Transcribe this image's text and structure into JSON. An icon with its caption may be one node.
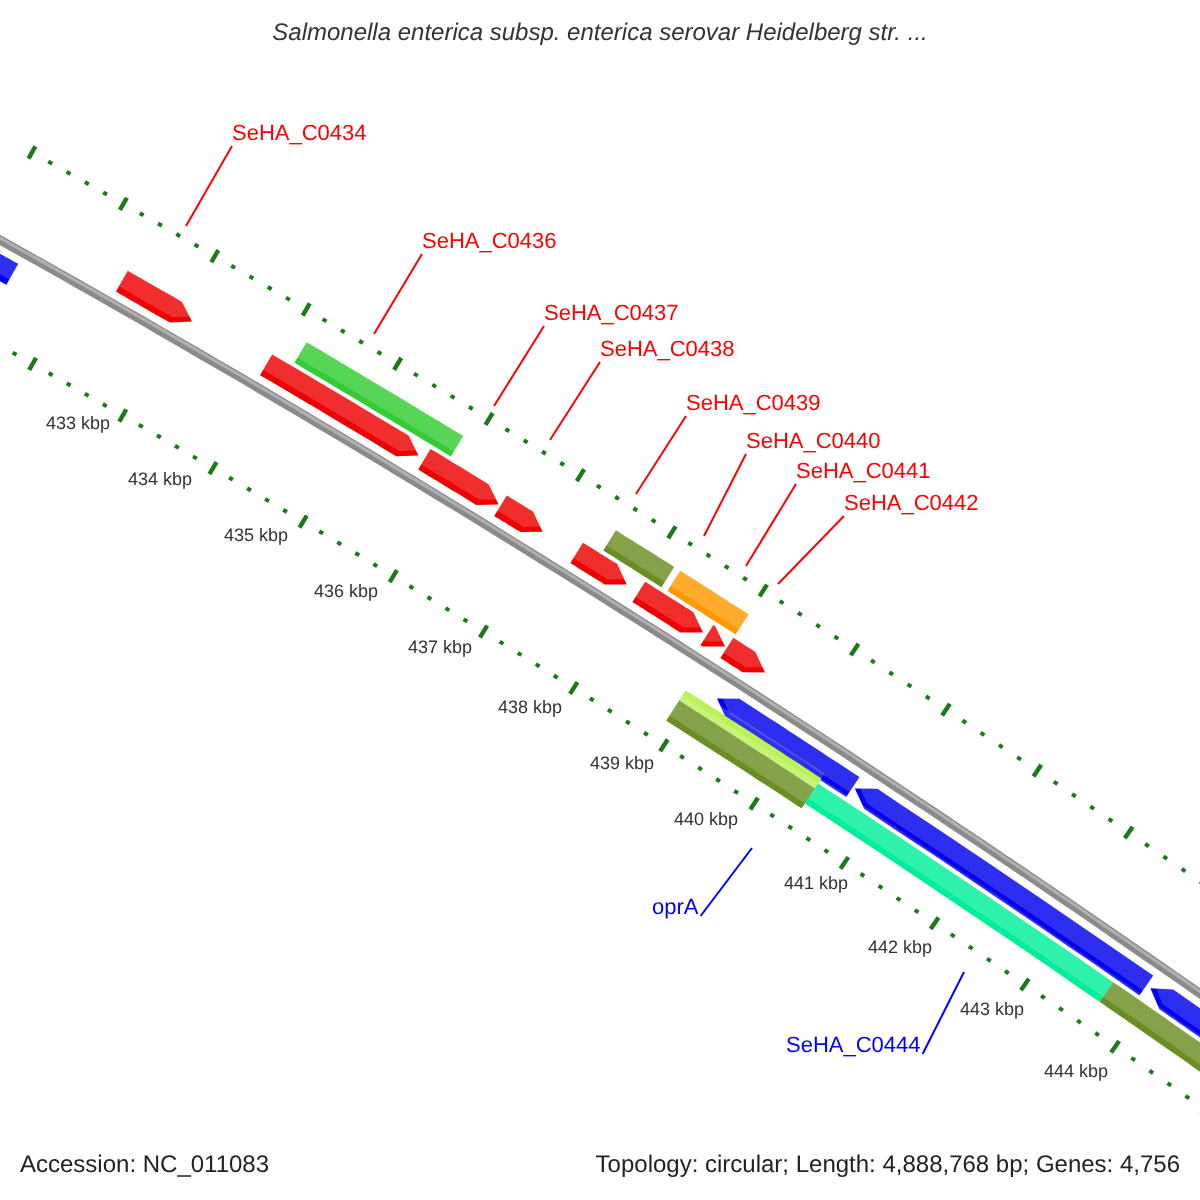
{
  "diagram": {
    "title": "Salmonella enterica subsp. enterica serovar Heidelberg str. ...",
    "nodes": [
      {
        "text": [
          "SeHA_C0434"
        ]
      },
      {
        "text": [
          "SeHA_C0436"
        ]
      },
      {
        "text": [
          "SeHA_C0437"
        ]
      },
      {
        "text": [
          "SeHA_C0438"
        ]
      },
      {
        "text": [
          "SeHA_C0439"
        ]
      },
      {
        "text": [
          "SeHA_C0440"
        ]
      },
      {
        "text": [
          "SeHA_C0441"
        ]
      },
      {
        "text": [
          "SeHA_C0442"
        ]
      },
      {
        "text": [
          "oprA"
        ]
      },
      {
        "text": [
          "SeHA_C0444"
        ]
      }
    ],
    "edges": [
      {
        "from": 0,
        "to": null,
        "arrow": "none"
      },
      {
        "from": 1,
        "to": null,
        "arrow": "none"
      },
      {
        "from": 2,
        "to": null,
        "arrow": "none"
      },
      {
        "from": 3,
        "to": null,
        "arrow": "none"
      },
      {
        "from": 4,
        "to": null,
        "arrow": "none"
      },
      {
        "from": 5,
        "to": null,
        "arrow": "none"
      },
      {
        "from": 6,
        "to": null,
        "arrow": "none"
      },
      {
        "from": 7,
        "to": null,
        "arrow": "none"
      },
      {
        "from": 8,
        "to": null,
        "arrow": "none",
        "color": "#0000ff"
      },
      {
        "from": 9,
        "to": null,
        "arrow": "none",
        "color": "#0000ff"
      }
    ],
    "labels": [
      "433 kbp",
      "434 kbp",
      "435 kbp",
      "436 kbp",
      "437 kbp",
      "438 kbp",
      "439 kbp",
      "440 kbp",
      "441 kbp",
      "442 kbp",
      "443 kbp",
      "444 kbp",
      "Accession: NC_011083",
      "Topology: circular; Length: 4,888,768 bp; Genes: 4,756"
    ]
  }
}
